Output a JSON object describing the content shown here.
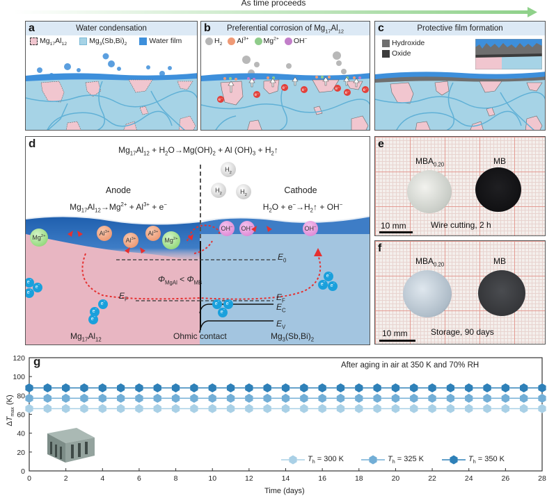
{
  "header": {
    "time_arrow_label": "As time proceeds"
  },
  "panel_a": {
    "letter": "a",
    "title": "Water condensation",
    "legend": [
      {
        "label_html": "Mg<sub>17</sub>Al<sub>12</sub>",
        "color": "#f1c6cf",
        "style": "dashed"
      },
      {
        "label_html": "Mg<sub>3</sub>(Sb,Bi)<sub>2</sub>",
        "color": "#a6d3e6",
        "style": "solid"
      },
      {
        "label_html": "Water film",
        "color": "#3d8fdb",
        "style": "solid"
      }
    ]
  },
  "panel_b": {
    "letter": "b",
    "title_html": "Preferential corrosion of Mg<sub>17</sub>Al<sub>12</sub>",
    "legend": [
      {
        "label_html": "H<sub>2</sub>",
        "color": "#b5b5b5"
      },
      {
        "label_html": "Al<sup>3+</sup>",
        "color": "#ef9a76"
      },
      {
        "label_html": "Mg<sup>2+</sup>",
        "color": "#8fcc8a"
      },
      {
        "label_html": "OH<sup>−</sup>",
        "color": "#c27ec9"
      }
    ],
    "electron_label": "e⁻"
  },
  "panel_c": {
    "letter": "c",
    "title": "Protective film formation",
    "legend": [
      {
        "label": "Hydroxide",
        "color": "#6f6f6f"
      },
      {
        "label": "Oxide",
        "color": "#3c3c3c"
      }
    ]
  },
  "panel_d": {
    "letter": "d",
    "overall_reaction_html": "Mg<sub>17</sub>Al<sub>12</sub> + H<sub>2</sub>O→Mg(OH)<sub>2</sub> + Al (OH)<sub>3</sub> + H<sub>2</sub>↑",
    "anode_label": "Anode",
    "anode_reaction_html": "Mg<sub>17</sub>Al<sub>12</sub>→Mg<sup>2+</sup> + Al<sup>3+</sup> + e<sup>−</sup>",
    "cathode_label": "Cathode",
    "cathode_reaction_html": "H<sub>2</sub>O + e<sup>−</sup>→H<sub>2</sub>↑ + OH<sup>−</sup>",
    "h2_label_html": "H<sub>2</sub>",
    "ions_anode": [
      "Mg2+",
      "Al3+",
      "Al3+",
      "Al3+",
      "Mg2+"
    ],
    "ion_mg_html": "Mg<sup>2+</sup>",
    "ion_al_html": "Al<sup>3+</sup>",
    "ion_oh_html": "OH<sup>−</sup>",
    "electron_html": "e<sup>−</sup>",
    "work_function_html": "<i>Φ</i><sub>MgAl</sub> &lt; <i>Φ</i><sub>MB</sub>",
    "e0_html": "<i>E</i><sub>0</sub>",
    "ef_html": "<i>E</i><sub>F</sub>",
    "ec_html": "<i>E</i><sub>C</sub>",
    "ev_html": "<i>E</i><sub>V</sub>",
    "left_material_html": "Mg<sub>17</sub>Al<sub>12</sub>",
    "contact_label": "Ohmic contact",
    "right_material_html": "Mg<sub>3</sub>(Sb,Bi)<sub>2</sub>"
  },
  "panel_e": {
    "letter": "e",
    "left_sample_html": "MBA<sub>0.20</sub>",
    "right_sample": "MB",
    "condition": "Wire cutting, 2 h",
    "scale": "10 mm"
  },
  "panel_f": {
    "letter": "f",
    "left_sample_html": "MBA<sub>0.20</sub>",
    "right_sample": "MB",
    "condition": "Storage, 90 days",
    "scale": "10 mm"
  },
  "chart_data": {
    "type": "line",
    "panel_letter": "g",
    "title": "",
    "annotation": "After aging in air at 350 K and 70% RH",
    "xlabel": "Time (days)",
    "ylabel_html": "Δ<i>T</i><sub>max</sub> (K)",
    "xlim": [
      0,
      28
    ],
    "ylim": [
      0,
      120
    ],
    "xticks": [
      0,
      2,
      4,
      6,
      8,
      10,
      12,
      14,
      16,
      18,
      20,
      22,
      24,
      26,
      28
    ],
    "yticks": [
      0,
      20,
      40,
      60,
      80,
      100,
      120
    ],
    "grid": false,
    "legend_position": "bottom-right",
    "x": [
      0,
      1,
      2,
      3,
      4,
      5,
      6,
      7,
      8,
      9,
      10,
      11,
      12,
      13,
      14,
      15,
      16,
      17,
      18,
      19,
      20,
      21,
      22,
      23,
      24,
      25,
      26,
      27,
      28
    ],
    "series": [
      {
        "name": "T_h = 300 K",
        "legend_html": "<i>T</i><sub>h</sub> = 300 K",
        "color": "#a9d0e6",
        "values": [
          66,
          66,
          66,
          66,
          66,
          66,
          66,
          66,
          66,
          66,
          66,
          66,
          66,
          66,
          66,
          66,
          66,
          66,
          66,
          66,
          66,
          66,
          66,
          66,
          66,
          66,
          66,
          66,
          66
        ]
      },
      {
        "name": "T_h = 325 K",
        "legend_html": "<i>T</i><sub>h</sub> = 325 K",
        "color": "#72aed6",
        "values": [
          77,
          77,
          77,
          77,
          77,
          77,
          77,
          77,
          77,
          77,
          77,
          77,
          77,
          77,
          77,
          77,
          77,
          77,
          77,
          77,
          77,
          77,
          77,
          77,
          77,
          77,
          77,
          77,
          77
        ]
      },
      {
        "name": "T_h = 350 K",
        "legend_html": "<i>T</i><sub>h</sub> = 350 K",
        "color": "#2e80b8",
        "values": [
          88,
          88,
          88,
          88,
          88,
          88,
          88,
          88,
          88,
          88,
          88,
          88,
          88,
          88,
          88,
          88,
          88,
          88,
          88,
          88,
          88,
          88,
          88,
          88,
          88,
          88,
          88,
          88,
          88
        ]
      }
    ]
  }
}
